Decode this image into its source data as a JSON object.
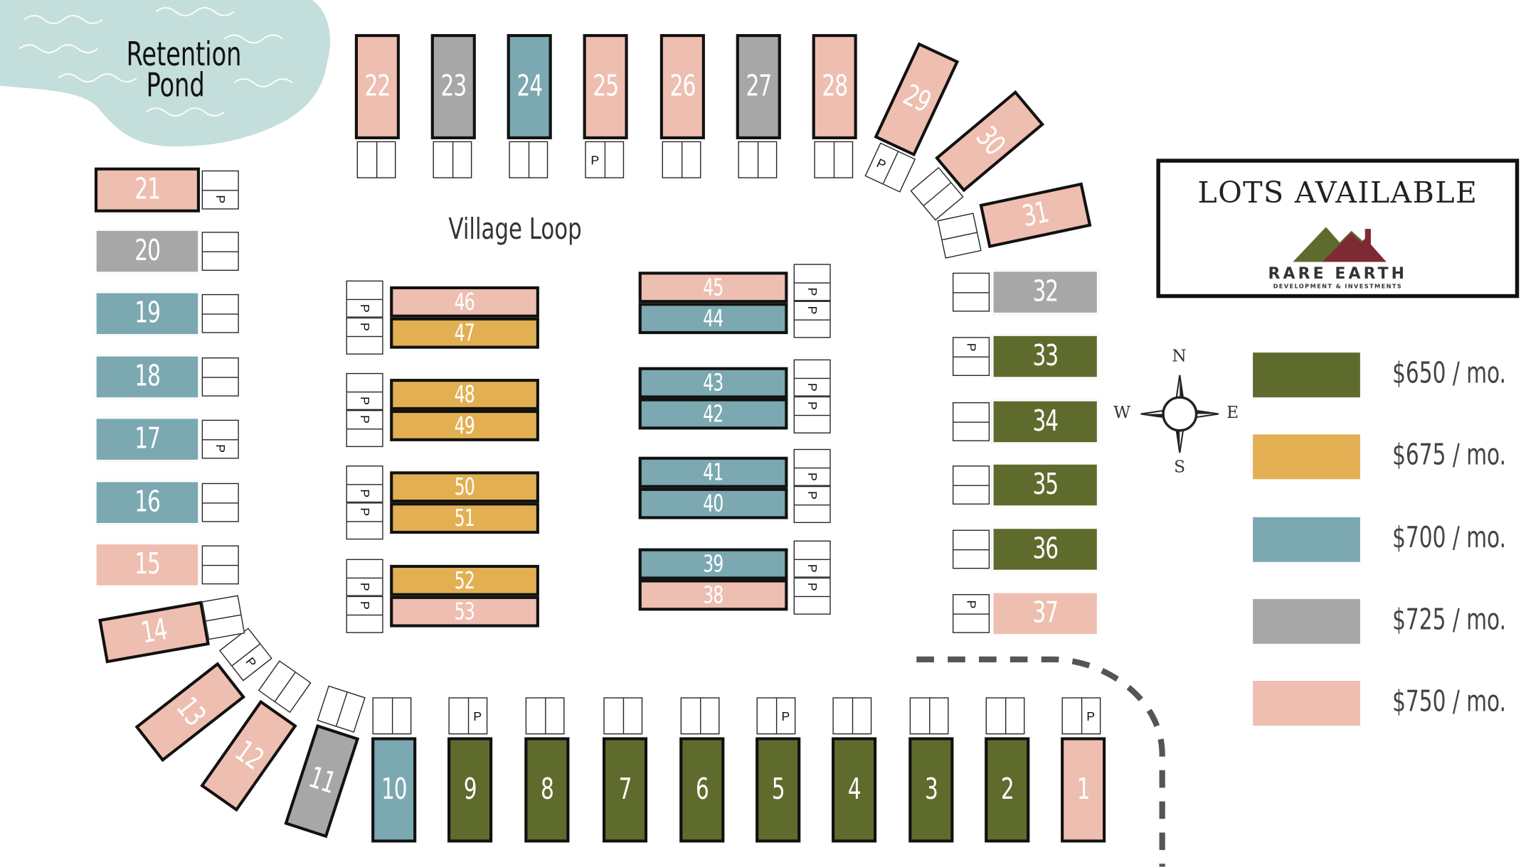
{
  "colors": {
    "green": "#5e6b2d",
    "gold": "#e2b052",
    "teal": "#7ba8b1",
    "gray": "#a7a7a7",
    "pink": "#eebeb0",
    "pond": "#c4dedb"
  },
  "pond_label": "Retention\nPond",
  "street_label": "Village Loop",
  "legend": {
    "title": "LOTS AVAILABLE",
    "brand_name": "RARE EARTH",
    "brand_tagline": "DEVELOPMENT & INVESTMENTS",
    "entries": [
      {
        "color": "green",
        "label": "$650 / mo."
      },
      {
        "color": "gold",
        "label": "$675 / mo."
      },
      {
        "color": "teal",
        "label": "$700 / mo."
      },
      {
        "color": "gray",
        "label": "$725 / mo."
      },
      {
        "color": "pink",
        "label": "$750 / mo."
      }
    ]
  },
  "compass": {
    "n": "N",
    "s": "S",
    "e": "E",
    "w": "W"
  },
  "parking_letter": "P",
  "lots": [
    {
      "num": "1",
      "color": "pink",
      "border": "dark",
      "parking": true
    },
    {
      "num": "2",
      "color": "green",
      "border": "dark",
      "parking": false
    },
    {
      "num": "3",
      "color": "green",
      "border": "dark",
      "parking": false
    },
    {
      "num": "4",
      "color": "green",
      "border": "dark",
      "parking": false
    },
    {
      "num": "5",
      "color": "green",
      "border": "dark",
      "parking": true
    },
    {
      "num": "6",
      "color": "green",
      "border": "dark",
      "parking": false
    },
    {
      "num": "7",
      "color": "green",
      "border": "dark",
      "parking": false
    },
    {
      "num": "8",
      "color": "green",
      "border": "dark",
      "parking": false
    },
    {
      "num": "9",
      "color": "green",
      "border": "dark",
      "parking": true
    },
    {
      "num": "10",
      "color": "teal",
      "border": "dark",
      "parking": false
    },
    {
      "num": "11",
      "color": "gray",
      "border": "dark",
      "parking": false
    },
    {
      "num": "12",
      "color": "pink",
      "border": "dark",
      "parking": false
    },
    {
      "num": "13",
      "color": "pink",
      "border": "dark",
      "parking": true
    },
    {
      "num": "14",
      "color": "pink",
      "border": "dark",
      "parking": false
    },
    {
      "num": "15",
      "color": "pink",
      "border": "light",
      "parking": false
    },
    {
      "num": "16",
      "color": "teal",
      "border": "light",
      "parking": false
    },
    {
      "num": "17",
      "color": "teal",
      "border": "light",
      "parking": true
    },
    {
      "num": "18",
      "color": "teal",
      "border": "light",
      "parking": false
    },
    {
      "num": "19",
      "color": "teal",
      "border": "light",
      "parking": false
    },
    {
      "num": "20",
      "color": "gray",
      "border": "light",
      "parking": false
    },
    {
      "num": "21",
      "color": "pink",
      "border": "dark",
      "parking": true
    },
    {
      "num": "22",
      "color": "pink",
      "border": "dark",
      "parking": false
    },
    {
      "num": "23",
      "color": "gray",
      "border": "dark",
      "parking": false
    },
    {
      "num": "24",
      "color": "teal",
      "border": "dark",
      "parking": false
    },
    {
      "num": "25",
      "color": "pink",
      "border": "dark",
      "parking": true
    },
    {
      "num": "26",
      "color": "pink",
      "border": "dark",
      "parking": false
    },
    {
      "num": "27",
      "color": "gray",
      "border": "dark",
      "parking": false
    },
    {
      "num": "28",
      "color": "pink",
      "border": "dark",
      "parking": false
    },
    {
      "num": "29",
      "color": "pink",
      "border": "dark",
      "parking": true
    },
    {
      "num": "30",
      "color": "pink",
      "border": "dark",
      "parking": false
    },
    {
      "num": "31",
      "color": "pink",
      "border": "dark",
      "parking": false
    },
    {
      "num": "32",
      "color": "gray",
      "border": "light",
      "parking": false
    },
    {
      "num": "33",
      "color": "green",
      "border": "light",
      "parking": true
    },
    {
      "num": "34",
      "color": "green",
      "border": "light",
      "parking": false
    },
    {
      "num": "35",
      "color": "green",
      "border": "light",
      "parking": false
    },
    {
      "num": "36",
      "color": "green",
      "border": "light",
      "parking": false
    },
    {
      "num": "37",
      "color": "pink",
      "border": "light",
      "parking": true
    },
    {
      "num": "38",
      "color": "pink",
      "border": "dark",
      "parking": true
    },
    {
      "num": "39",
      "color": "teal",
      "border": "dark",
      "parking": true
    },
    {
      "num": "40",
      "color": "teal",
      "border": "dark",
      "parking": true
    },
    {
      "num": "41",
      "color": "teal",
      "border": "dark",
      "parking": true
    },
    {
      "num": "42",
      "color": "teal",
      "border": "dark",
      "parking": true
    },
    {
      "num": "43",
      "color": "teal",
      "border": "dark",
      "parking": true
    },
    {
      "num": "44",
      "color": "teal",
      "border": "dark",
      "parking": true
    },
    {
      "num": "45",
      "color": "pink",
      "border": "dark",
      "parking": true
    },
    {
      "num": "46",
      "color": "pink",
      "border": "dark",
      "parking": true
    },
    {
      "num": "47",
      "color": "gold",
      "border": "dark",
      "parking": true
    },
    {
      "num": "48",
      "color": "gold",
      "border": "dark",
      "parking": true
    },
    {
      "num": "49",
      "color": "gold",
      "border": "dark",
      "parking": true
    },
    {
      "num": "50",
      "color": "gold",
      "border": "dark",
      "parking": true
    },
    {
      "num": "51",
      "color": "gold",
      "border": "dark",
      "parking": true
    },
    {
      "num": "52",
      "color": "gold",
      "border": "dark",
      "parking": true
    },
    {
      "num": "53",
      "color": "pink",
      "border": "dark",
      "parking": true
    }
  ]
}
